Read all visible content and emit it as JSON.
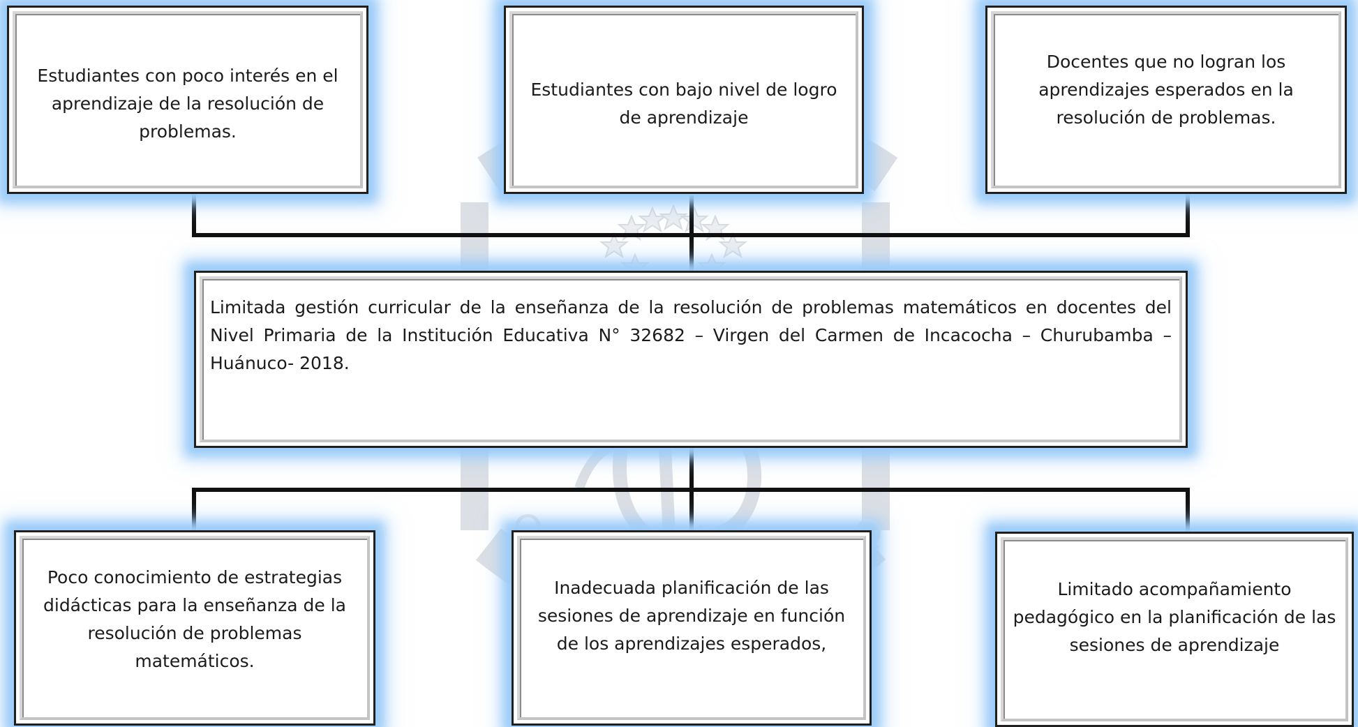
{
  "effects": [
    "Estudiantes con poco interés en el aprendizaje de la resolución de problemas.",
    "Estudiantes con bajo nivel de logro de aprendizaje",
    "Docentes que no logran los aprendizajes esperados en la resolución de problemas."
  ],
  "central_problem": "Limitada gestión curricular de la enseñanza de la resolución de problemas matemáticos en docentes del Nivel Primaria de la Institución Educativa N° 32682 – Virgen del Carmen de Incacocha – Churubamba – Huánuco- 2018.",
  "causes": [
    "Poco conocimiento de estrategias didácticas para la enseñanza de la resolución de problemas matemáticos.",
    "Inadecuada planificación de las sesiones de aprendizaje en función de los aprendizajes esperados,",
    "Limitado acompañamiento pedagógico en la planificación de las sesiones de aprendizaje"
  ],
  "colors": {
    "glow": "#9cccf8",
    "border": "#1f1f1f",
    "connector": "#111111",
    "watermark": "#d9dde3"
  }
}
